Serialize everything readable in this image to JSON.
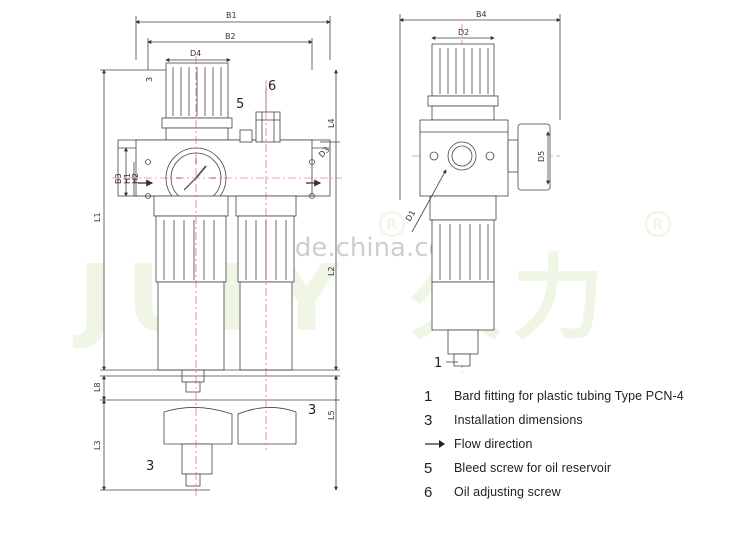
{
  "watermark": {
    "brand": "JULY",
    "chinese": "久力",
    "site": "trade.china.com",
    "registered": "R"
  },
  "dimensions": {
    "b1": "B1",
    "b2": "B2",
    "b3": "B3",
    "b4": "B4",
    "d1": "D1",
    "d2": "D2",
    "d3": "D3",
    "d4": "D4",
    "d5": "D5",
    "h": "H",
    "h1": "H1",
    "h2": "H2",
    "l1": "L1",
    "l2": "L2",
    "l3": "L3",
    "l4": "L4",
    "l5": "L5",
    "l8": "L8",
    "three_small": "3"
  },
  "callouts": {
    "c1": "1",
    "c3a": "3",
    "c3b": "3",
    "c5": "5",
    "c6": "6"
  },
  "legend": [
    {
      "num": "1",
      "text": "Bard fitting for plastic tubing Type PCN-4"
    },
    {
      "num": "3",
      "text": "Installation dimensions"
    },
    {
      "num": "",
      "text": "Flow direction"
    },
    {
      "num": "5",
      "text": "Bleed screw for oil reservoir"
    },
    {
      "num": "6",
      "text": "Oil adjusting screw"
    }
  ]
}
